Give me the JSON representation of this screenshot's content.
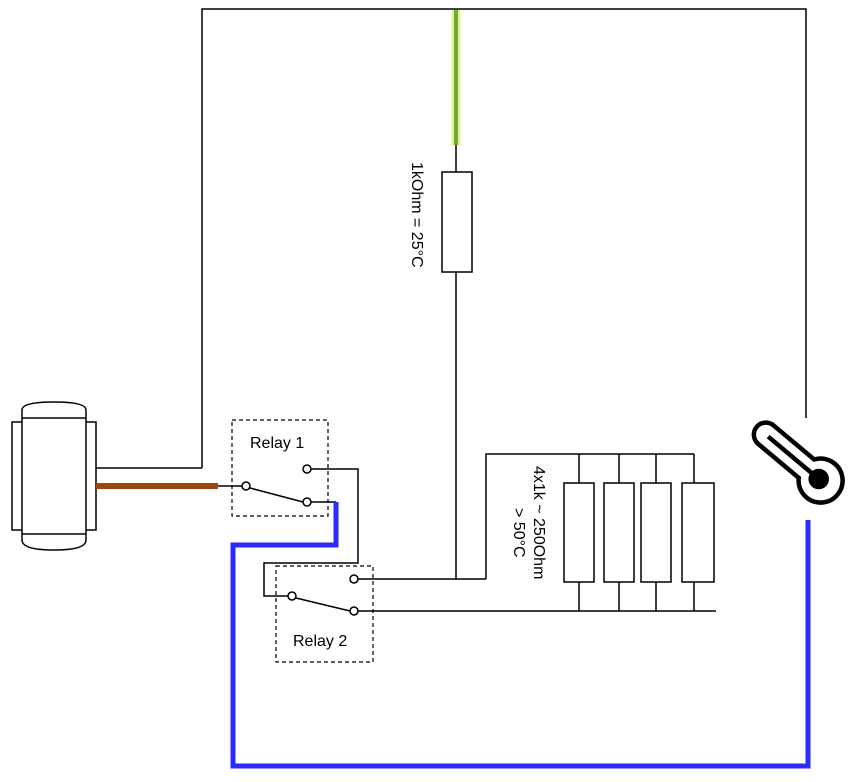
{
  "relays": [
    {
      "label": "Relay 1"
    },
    {
      "label": "Relay 2"
    }
  ],
  "resistor_single": {
    "label": "1kOhm = 25°C"
  },
  "resistor_bank": {
    "line1": "4x1k ~ 250Ohm",
    "line2": "> 50°C"
  },
  "colors": {
    "wire": "#000000",
    "earth_yellow": "#e6ef8c",
    "earth_green": "#6fa83a",
    "brown_wire": "#a0450e",
    "blue_wire": "#2b2bff"
  },
  "icons": [
    "motor-icon",
    "thermometer-icon",
    "resistor-icon",
    "switch-contact-icon"
  ]
}
